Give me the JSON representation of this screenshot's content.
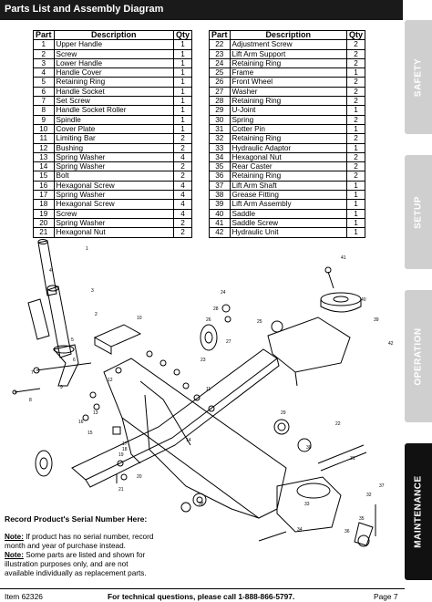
{
  "header": {
    "title": "Parts List and Assembly Diagram"
  },
  "table": {
    "headers": {
      "part": "Part",
      "description": "Description",
      "qty": "Qty"
    },
    "left": [
      [
        "1",
        "Upper Handle",
        "1"
      ],
      [
        "2",
        "Screw",
        "1"
      ],
      [
        "3",
        "Lower Handle",
        "1"
      ],
      [
        "4",
        "Handle Cover",
        "1"
      ],
      [
        "5",
        "Retaining Ring",
        "1"
      ],
      [
        "6",
        "Handle Socket",
        "1"
      ],
      [
        "7",
        "Set Screw",
        "1"
      ],
      [
        "8",
        "Handle Socket Roller",
        "1"
      ],
      [
        "9",
        "Spindle",
        "1"
      ],
      [
        "10",
        "Cover Plate",
        "1"
      ],
      [
        "11",
        "Limiting Bar",
        "2"
      ],
      [
        "12",
        "Bushing",
        "2"
      ],
      [
        "13",
        "Spring Washer",
        "4"
      ],
      [
        "14",
        "Spring Washer",
        "2"
      ],
      [
        "15",
        "Bolt",
        "2"
      ],
      [
        "16",
        "Hexagonal Screw",
        "4"
      ],
      [
        "17",
        "Spring Washer",
        "4"
      ],
      [
        "18",
        "Hexagonal Screw",
        "4"
      ],
      [
        "19",
        "Screw",
        "4"
      ],
      [
        "20",
        "Spring Washer",
        "2"
      ],
      [
        "21",
        "Hexagonal Nut",
        "2"
      ]
    ],
    "right": [
      [
        "22",
        "Adjustment Screw",
        "2"
      ],
      [
        "23",
        "Lift Arm Support",
        "2"
      ],
      [
        "24",
        "Retaining Ring",
        "2"
      ],
      [
        "25",
        "Frame",
        "1"
      ],
      [
        "26",
        "Front Wheel",
        "2"
      ],
      [
        "27",
        "Washer",
        "2"
      ],
      [
        "28",
        "Retaining Ring",
        "2"
      ],
      [
        "29",
        "U-Joint",
        "1"
      ],
      [
        "30",
        "Spring",
        "2"
      ],
      [
        "31",
        "Cotter Pin",
        "1"
      ],
      [
        "32",
        "Retaining Ring",
        "2"
      ],
      [
        "33",
        "Hydraulic Adaptor",
        "1"
      ],
      [
        "34",
        "Hexagonal Nut",
        "2"
      ],
      [
        "35",
        "Rear Caster",
        "2"
      ],
      [
        "36",
        "Retaining Ring",
        "2"
      ],
      [
        "37",
        "Lift Arm Shaft",
        "1"
      ],
      [
        "38",
        "Grease Fitting",
        "1"
      ],
      [
        "39",
        "Lift Arm Assembly",
        "1"
      ],
      [
        "40",
        "Saddle",
        "1"
      ],
      [
        "41",
        "Saddle Screw",
        "1"
      ],
      [
        "42",
        "Hydraulic Unit",
        "1"
      ]
    ]
  },
  "tabs": [
    {
      "label": "SAFETY",
      "active": false
    },
    {
      "label": "SETUP",
      "active": false
    },
    {
      "label": "OPERATION",
      "active": false
    },
    {
      "label": "MAINTENANCE",
      "active": true
    }
  ],
  "diagram": {
    "callouts": [
      "1",
      "2",
      "3",
      "4",
      "5",
      "6",
      "7",
      "8",
      "9",
      "10",
      "11",
      "12",
      "13",
      "14",
      "15",
      "16",
      "17",
      "18",
      "19",
      "20",
      "21",
      "22",
      "23",
      "24",
      "25",
      "26",
      "27",
      "28",
      "29",
      "30",
      "31",
      "32",
      "33",
      "34",
      "35",
      "36",
      "37",
      "38",
      "39",
      "40",
      "41",
      "42"
    ]
  },
  "record": {
    "serial_heading": "Record Product's Serial Number Here:",
    "note1_label": "Note:",
    "note1_text": " If product has no serial number, record month and year of purchase instead.",
    "note2_label": "Note:",
    "note2_text": " Some parts are listed and shown for illustration purposes only, and are not available individually as replacement parts."
  },
  "footer": {
    "item": "Item 62326",
    "tech": "For technical questions, please call 1-888-866-5797.",
    "page": "Page 7"
  }
}
